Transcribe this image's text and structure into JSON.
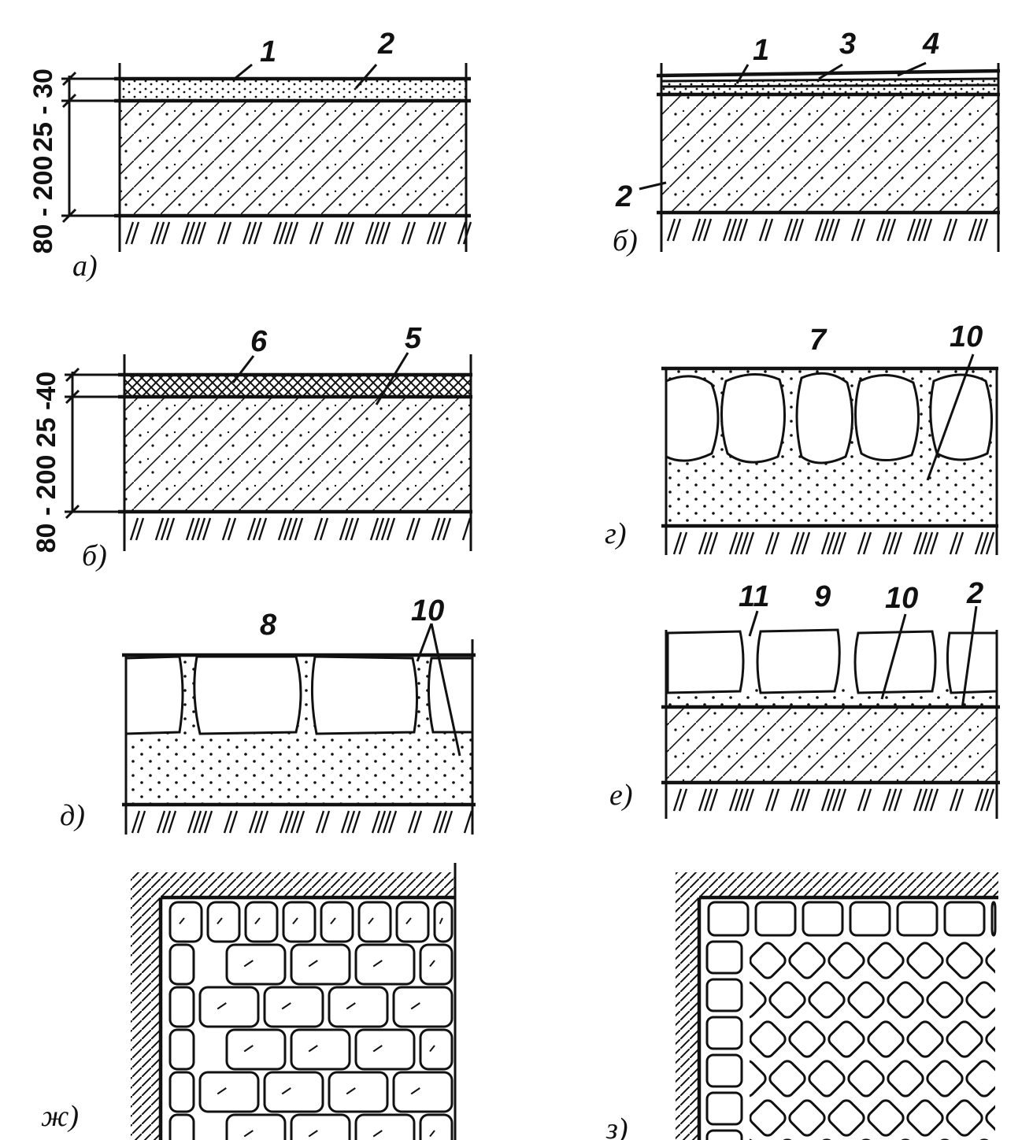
{
  "panels": {
    "a": {
      "caption": "а)",
      "labels": [
        "1",
        "2"
      ],
      "dims": [
        "25 - 30",
        "80 - 200"
      ]
    },
    "b1": {
      "caption": "б)",
      "labels": [
        "1",
        "3",
        "4",
        "2"
      ]
    },
    "b2": {
      "caption": "б)",
      "labels": [
        "6",
        "5"
      ],
      "dims": [
        "25 -40",
        "80 - 200"
      ]
    },
    "g": {
      "caption": "г)",
      "labels": [
        "7",
        "10"
      ]
    },
    "d": {
      "caption": "д)",
      "labels": [
        "8",
        "10"
      ]
    },
    "e": {
      "caption": "е)",
      "labels": [
        "11",
        "9",
        "10",
        "2"
      ]
    },
    "zh": {
      "caption": "ж)"
    },
    "z": {
      "caption": "з)"
    }
  }
}
